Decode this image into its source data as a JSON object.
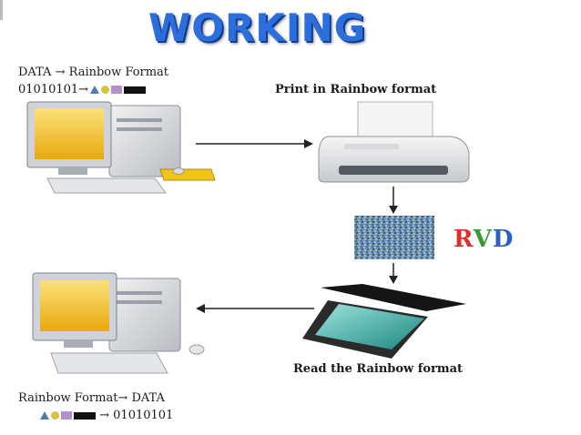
{
  "title": "WORKING",
  "top_left": {
    "line1": "DATA → Rainbow Format",
    "line2_bits": "01010101→",
    "symbols": [
      "triangle-icon",
      "circle-icon",
      "square-icon",
      "black-bar-icon"
    ]
  },
  "printer_caption": "Print in Rainbow format",
  "rvd": {
    "r": "R",
    "v": "V",
    "d": "D",
    "colors": {
      "r": "#d9322b",
      "v": "#3a9a35",
      "d": "#2e5fc4"
    }
  },
  "scanner_caption": "Read the Rainbow format",
  "bottom_left": {
    "line1": "Rainbow Format→ DATA",
    "line2_bits": "→ 01010101",
    "symbols": [
      "triangle-icon",
      "circle-icon",
      "square-icon",
      "black-bar-icon"
    ]
  },
  "colors": {
    "title": "#2c6fdc",
    "arrow": "#222222",
    "screen": "#f3c21a"
  }
}
